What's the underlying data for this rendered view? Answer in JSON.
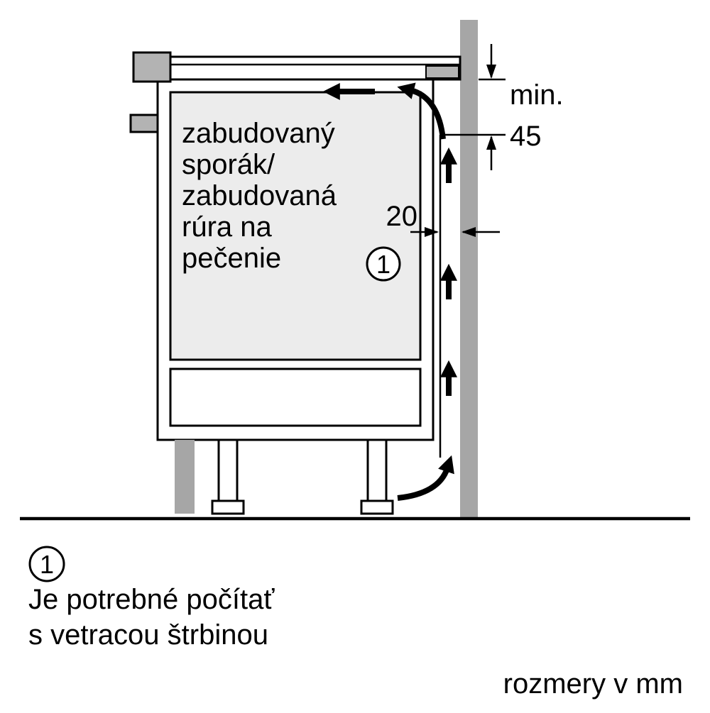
{
  "diagram": {
    "appliance_label": {
      "lines": [
        "zabudovaný",
        "sporák/",
        "zabudovaná",
        "rúra na",
        "pečenie"
      ]
    },
    "dimensions": {
      "min_label": "min.",
      "min_value": "45",
      "gap_value": "20"
    },
    "callout": {
      "number": "1"
    },
    "footnote": {
      "marker": "1",
      "lines": [
        "Je potrebné počítať",
        "s vetracou štrbinou"
      ]
    },
    "units_note": "rozmery v mm",
    "colors": {
      "wall": "#a6a6a6",
      "appliance_fill": "#ececec",
      "accent_gray": "#b3b3b3",
      "plinth": "#a6a6a6",
      "outline": "#000000"
    }
  }
}
